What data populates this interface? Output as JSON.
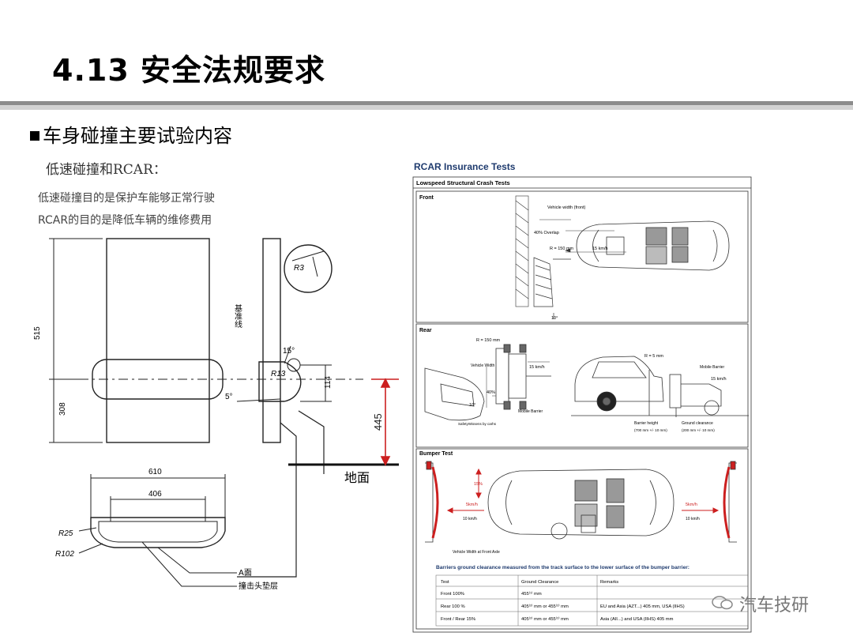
{
  "header": {
    "title": "4.13 安全法规要求"
  },
  "section": {
    "title": "车身碰撞主要试验内容"
  },
  "left": {
    "subtitle": "低速碰撞和RCAR：",
    "desc_line1": "低速碰撞目的是保护车能够正常行驶",
    "desc_line2": "RCAR的目的是降低车辆的维修费用",
    "dims": {
      "h515": "515",
      "h308": "308",
      "w610": "610",
      "w406": "406",
      "d114": "114",
      "d445": "445",
      "r3": "R3",
      "r13": "R13",
      "r25": "R25",
      "r102": "R102",
      "a15": "15°",
      "a5": "5°"
    },
    "labels": {
      "ref_line": "基准线",
      "ground": "地面",
      "a_face": "A面",
      "impactor_rubber": "撞击头垫层"
    }
  },
  "right": {
    "title": "RCAR Insurance Tests",
    "lowspeed_header": "Lowspeed Structural Crash Tests",
    "front": {
      "label": "Front",
      "vehicle_width": "Vehicle width (front)",
      "overlap": "40% Overlap",
      "radius": "R = 150 mm",
      "speed": "15 km/h",
      "angle": "10°"
    },
    "rear": {
      "label": "Rear",
      "radius1": "R = 150 mm",
      "vehicle_width": "Vehicle Width",
      "speed1": "15 km/h",
      "pct": "40%",
      "angle": "10°",
      "mobile_barrier1": "Mobile Barrier",
      "logo": "SafetyWissens by carhs",
      "radius2": "R = 5 mm",
      "mobile_barrier2": "Mobile Barrier",
      "speed2": "15 km/h",
      "barrier_height": "Barrier height",
      "barrier_height_val": "(700 mm +/- 10 mm)",
      "ground_clearance": "Ground clearance",
      "ground_clearance_val": "(200 mm +/- 10 mm)"
    },
    "bumper": {
      "label": "Bumper Test",
      "pct": "15%",
      "speed_left": "5km/h",
      "speed_left2": "10 km/h",
      "speed_right": "5km/h",
      "speed_right2": "10 km/h",
      "width_axle": "Vehicle Width at Front Axle"
    },
    "caption": "Barriers ground clearance measured from the track surface to the lower surface of the bumper barrier:",
    "table": {
      "headers": [
        "Test",
        "Ground Clearance",
        "Remarks"
      ],
      "rows": [
        [
          "Front 100%",
          "455⁽¹⁾ mm",
          ""
        ],
        [
          "Rear 100 %",
          "405⁽²⁾ mm or 455⁽²⁾ mm",
          "EU and Asia (AZT...) 405 mm, USA (IIHS)"
        ],
        [
          "Front / Rear 15%",
          "405⁽²⁾ mm or 455⁽²⁾ mm",
          "Asia (AII...) and USA (IIHS) 405 mm"
        ]
      ]
    }
  },
  "watermark": "汽车技研",
  "colors": {
    "rule_dark": "#8c8c8c",
    "rule_light": "#d2d2d2",
    "accent_red": "#cc1f1f"
  }
}
